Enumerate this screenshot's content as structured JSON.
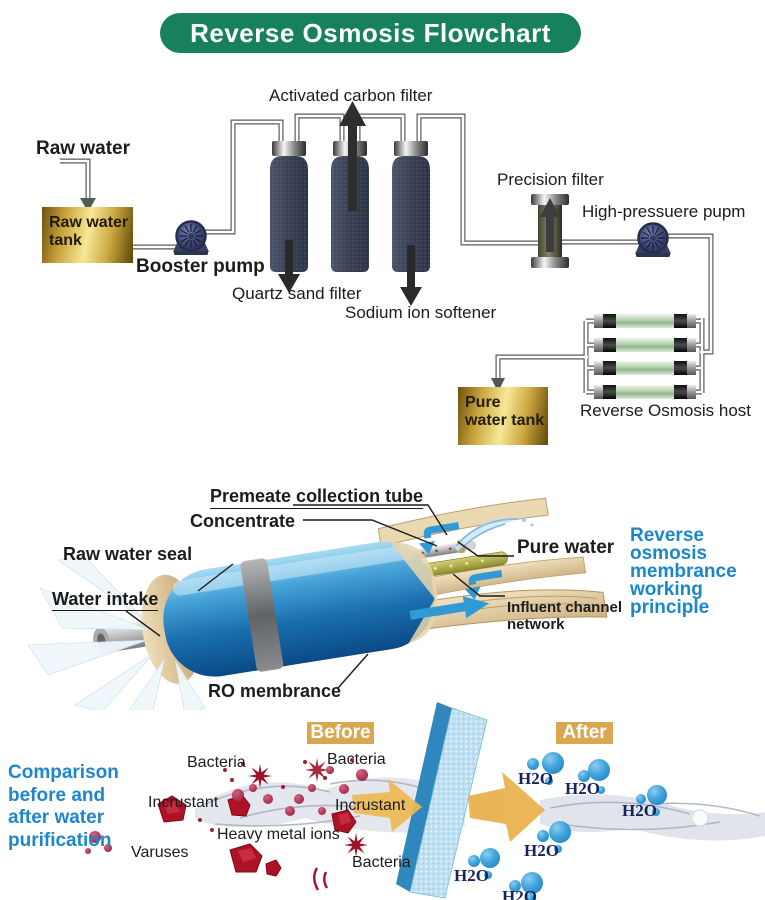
{
  "title": "Reverse Osmosis Flowchart",
  "flowchart": {
    "raw_water_label": "Raw water",
    "raw_water_tank": "Raw water tank",
    "booster_pump": "Booster pump",
    "activated_carbon_filter": "Activated carbon filter",
    "quartz_sand_filter": "Quartz sand filter",
    "sodium_ion_softener": "Sodium ion softener",
    "precision_filter": "Precision filter",
    "high_pressure_pump": "High-pressuere pupm",
    "reverse_osmosis_host": "Reverse Osmosis host",
    "pure_water_tank": "Pure water tank"
  },
  "membrane": {
    "premeate_collection_tube": "Premeate collection tube",
    "concentrate": "Concentrate",
    "raw_water_seal": "Raw water seal",
    "water_intake": "Water intake",
    "ro_membrance": "RO membrance",
    "pure_water": "Pure water",
    "influent_channel_network": "Influent channel network",
    "principle_lines": [
      "Reverse",
      "osmosis",
      "membrance",
      "working",
      "principle"
    ]
  },
  "comparison": {
    "heading_lines": [
      "Comparison",
      "before and",
      "after water",
      "purification"
    ],
    "before_label": "Before",
    "after_label": "After",
    "bacteria": "Bacteria",
    "incrustant": "Incrustant",
    "heavy_metal_ions": "Heavy metal ions",
    "varuses": "Varuses",
    "h2o": "H2O"
  },
  "colors": {
    "title_green": "#17805c",
    "blue_heading": "#1a87cb",
    "badge_gold": "#d8a74f",
    "h2o_navy": "#16245e",
    "tank_gold": "#caa53d",
    "particle_red": "#a01228",
    "molecule_blue": "#2b90cc",
    "vessel_navy": "#3d4457",
    "membrane_blue": "#2f9ad6"
  }
}
